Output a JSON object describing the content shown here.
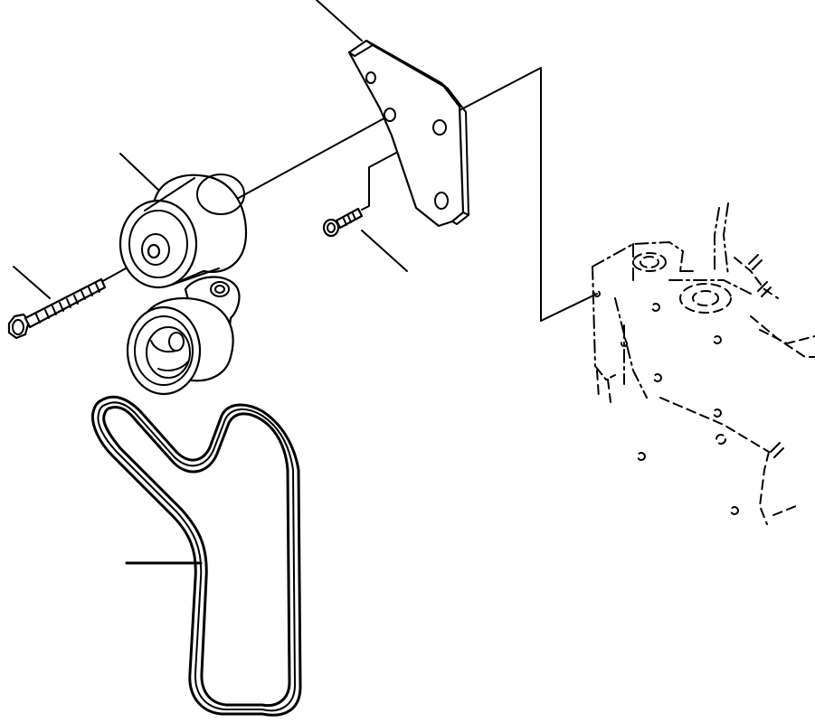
{
  "diagram": {
    "parts": [
      {
        "id": "bracket",
        "label": ""
      },
      {
        "id": "tensioner-pulley",
        "label": ""
      },
      {
        "id": "bolt-long",
        "label": ""
      },
      {
        "id": "bolt-short",
        "label": ""
      },
      {
        "id": "idler-pulley",
        "label": ""
      },
      {
        "id": "v-belt",
        "label": ""
      },
      {
        "id": "engine-block",
        "label": ""
      }
    ],
    "colors": {
      "line": "#000000",
      "background": "#ffffff"
    }
  }
}
